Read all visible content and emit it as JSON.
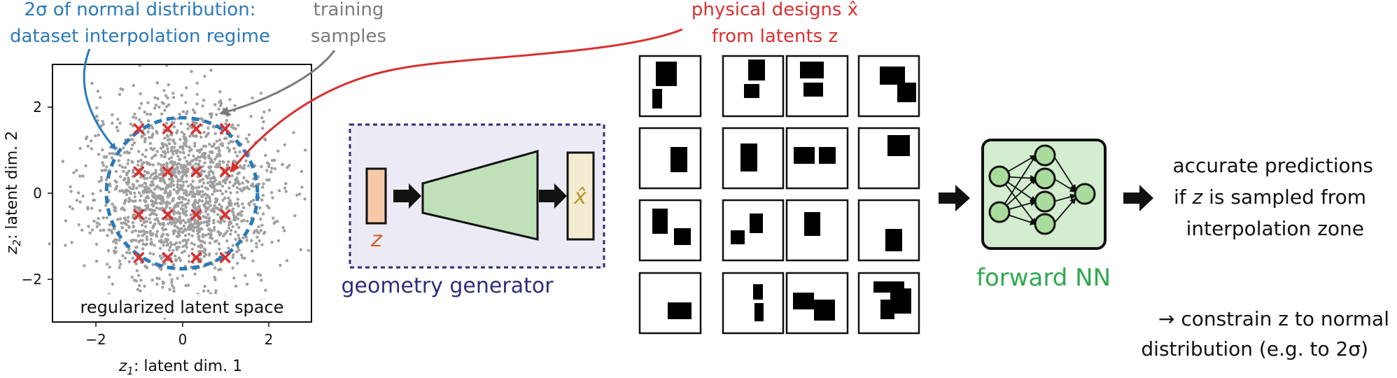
{
  "scatter_plot": {
    "annotation_sigma": {
      "line1": "2σ of normal distribution:",
      "line2": "dataset interpolation regime",
      "color": "#2a7ab8"
    },
    "annotation_training": {
      "line1": "training",
      "line2": "samples",
      "color": "#7a7a7a"
    },
    "inner_label": "regularized latent space",
    "xlabel_var": "z",
    "xlabel_sub": "1",
    "xlabel_text": ": latent dim. 1",
    "ylabel_var": "z",
    "ylabel_sub": "2",
    "ylabel_text": ": latent dim. 2",
    "x_ticks": [
      "−2",
      "0",
      "2"
    ],
    "y_ticks": [
      "2",
      "0",
      "−2"
    ],
    "grid_rows": [
      {
        "y": 1.5,
        "x": [
          -1,
          -0.33,
          0.33,
          1
        ]
      },
      {
        "y": 0.5,
        "x": [
          -1,
          -0.33,
          0.33,
          1
        ]
      },
      {
        "y": -0.5,
        "x": [
          -1,
          -0.33,
          0.33,
          1
        ]
      },
      {
        "y": -1.5,
        "x": [
          -1,
          -0.33,
          0.33,
          1
        ]
      }
    ],
    "circle_radius": 1.75,
    "xlim": [
      -3,
      3
    ],
    "ylim": [
      -3,
      3
    ],
    "colors": {
      "points": "#a0a0a0",
      "cross": "#d93030",
      "circle": "#2a7ab8"
    }
  },
  "physical_designs": {
    "label_line1": "physical designs x̂",
    "label_line2": "from latents z",
    "color": "#d93030"
  },
  "generator": {
    "input_label": "z",
    "output_label": "x̂",
    "title": "geometry generator",
    "colors": {
      "border": "#2e2e7a",
      "bg": "#ecebf5",
      "input": "#f7c8a8",
      "decoder": "#bfe0b8",
      "output": "#f3ecd3",
      "z_label": "#d4602a",
      "x_label": "#b89428"
    }
  },
  "forward_nn": {
    "title": "forward NN",
    "color": "#2fa84f",
    "bg": "#d4ecd0"
  },
  "result_text": {
    "line1": "accurate predictions",
    "line2_pre": "if ",
    "line2_var": "z",
    "line2_post": " is sampled from",
    "line3": "interpolation zone"
  },
  "constraint_text": {
    "line1": "→ constrain z to normal",
    "line2": "distribution (e.g. to 2σ)"
  }
}
